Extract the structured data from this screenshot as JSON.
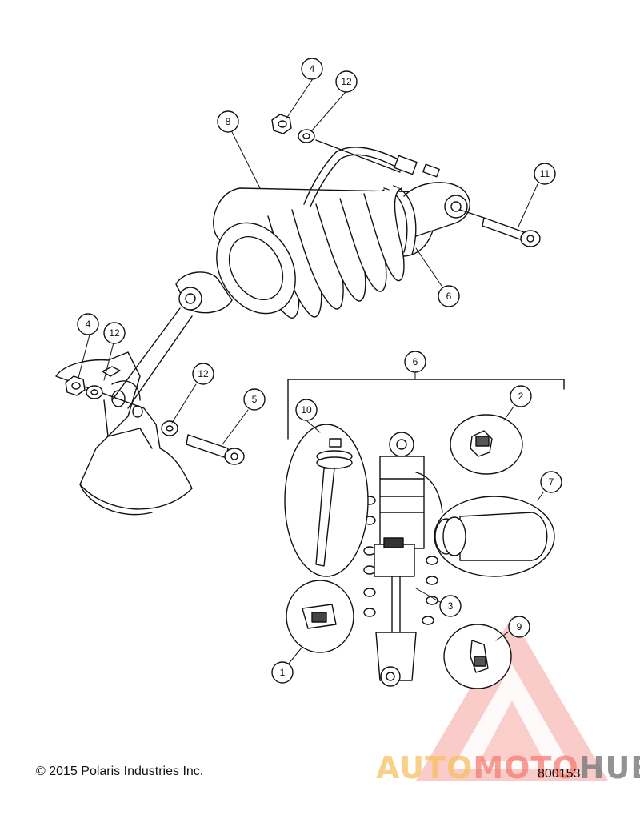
{
  "callouts": [
    {
      "id": "c4a",
      "label": "4"
    },
    {
      "id": "c12a",
      "label": "12"
    },
    {
      "id": "c8",
      "label": "8"
    },
    {
      "id": "c11",
      "label": "11"
    },
    {
      "id": "c6a",
      "label": "6"
    },
    {
      "id": "c4b",
      "label": "4"
    },
    {
      "id": "c12b",
      "label": "12"
    },
    {
      "id": "c12c",
      "label": "12"
    },
    {
      "id": "c5",
      "label": "5"
    },
    {
      "id": "c6b",
      "label": "6"
    },
    {
      "id": "c10",
      "label": "10"
    },
    {
      "id": "c2",
      "label": "2"
    },
    {
      "id": "c7",
      "label": "7"
    },
    {
      "id": "c3",
      "label": "3"
    },
    {
      "id": "c9",
      "label": "9"
    },
    {
      "id": "c1",
      "label": "1"
    }
  ],
  "footer": {
    "copyright": "© 2015 Polaris Industries Inc.",
    "figure_number": "800153"
  },
  "watermark": {
    "text_part1": "AUTO",
    "text_part2": "MOTO",
    "text_part3": "HUB",
    "triangle_color": "#f08a84"
  }
}
